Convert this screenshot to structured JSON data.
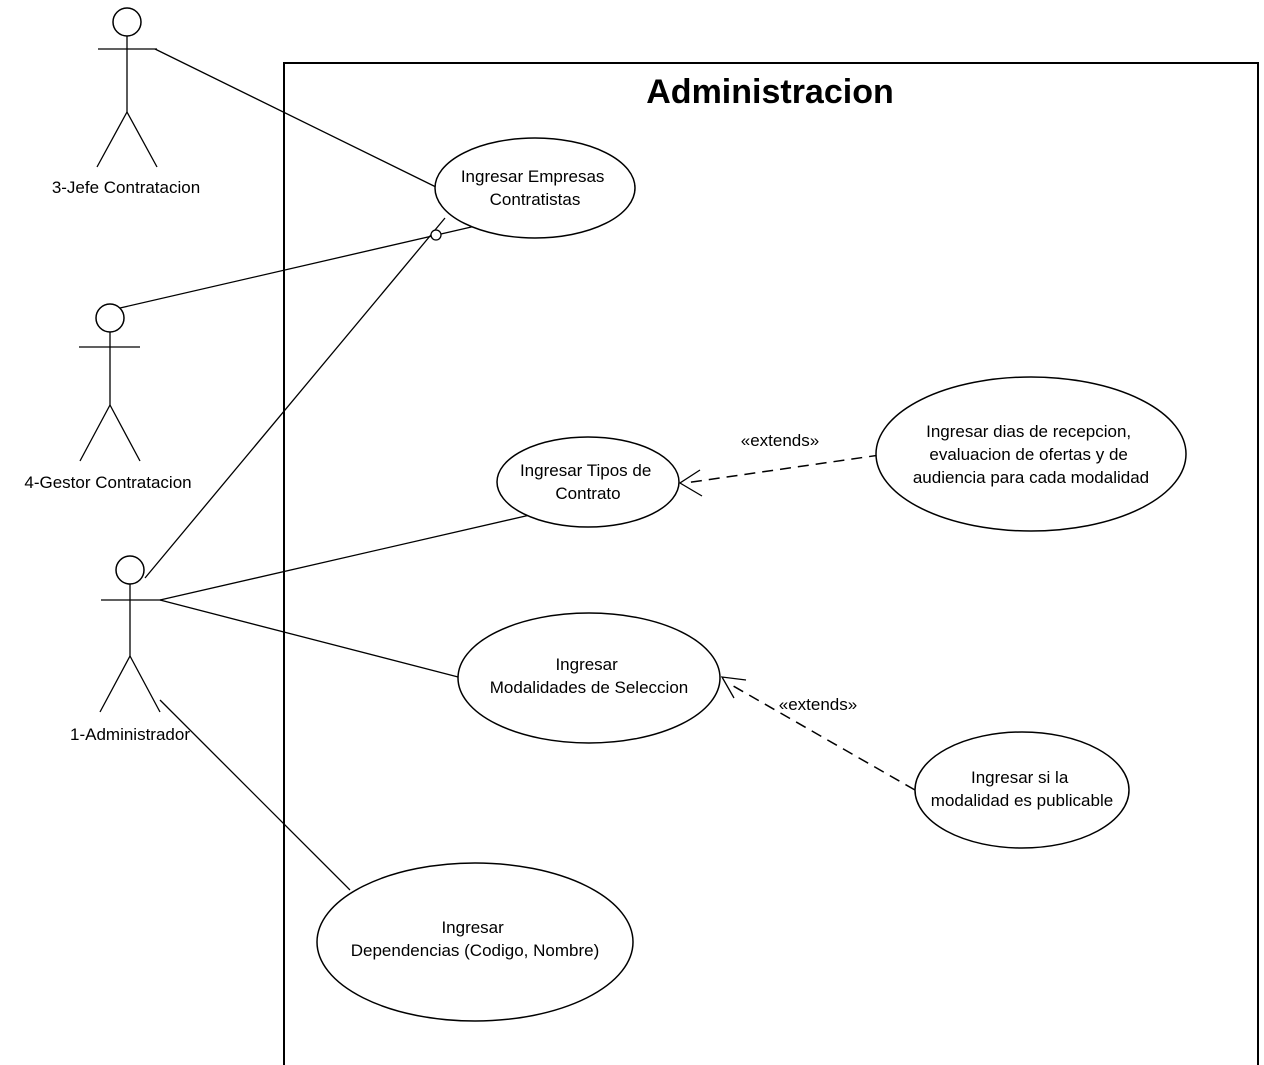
{
  "system": {
    "title": "Administracion"
  },
  "actors": {
    "jefe": "3-Jefe Contratacion",
    "gestor": "4-Gestor Contratacion",
    "admin": "1-Administrador"
  },
  "use_cases": {
    "empresas": [
      "Ingresar Empresas",
      "Contratistas"
    ],
    "tipos": [
      "Ingresar Tipos de",
      "Contrato"
    ],
    "dias": [
      "Ingresar dias de recepcion,",
      "evaluacion de ofertas y de",
      "audiencia para cada modalidad"
    ],
    "modalidades": [
      "Ingresar",
      "Modalidades de Seleccion"
    ],
    "publicable": [
      "Ingresar si la",
      "modalidad es publicable"
    ],
    "dependencias": [
      "Ingresar",
      "Dependencias (Codigo, Nombre)"
    ]
  },
  "relations": {
    "extends_1": "«extends»",
    "extends_2": "«extends»"
  }
}
